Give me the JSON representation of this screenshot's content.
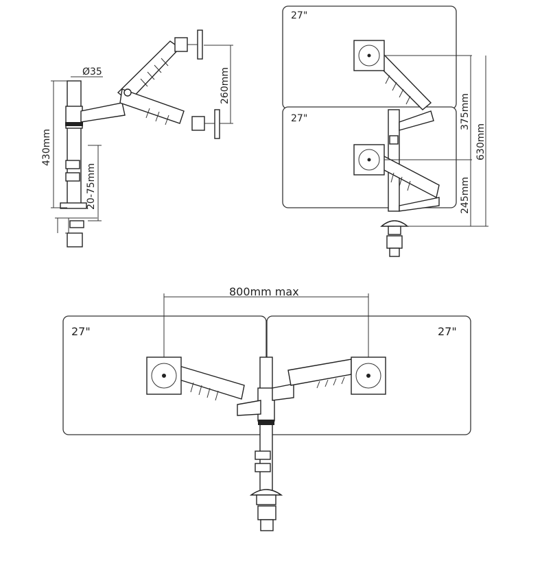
{
  "labels": {
    "pole_diameter": "Ø35",
    "height_430": "430mm",
    "clamp_20_75": "20-75mm",
    "vertical_260": "260mm",
    "monitor_top": "27\"",
    "monitor_bottom": "27\"",
    "vertical_375": "375mm",
    "vertical_630": "630mm",
    "vertical_245": "245mm",
    "span_800": "800mm max",
    "monitor_left": "27\"",
    "monitor_right": "27\""
  }
}
